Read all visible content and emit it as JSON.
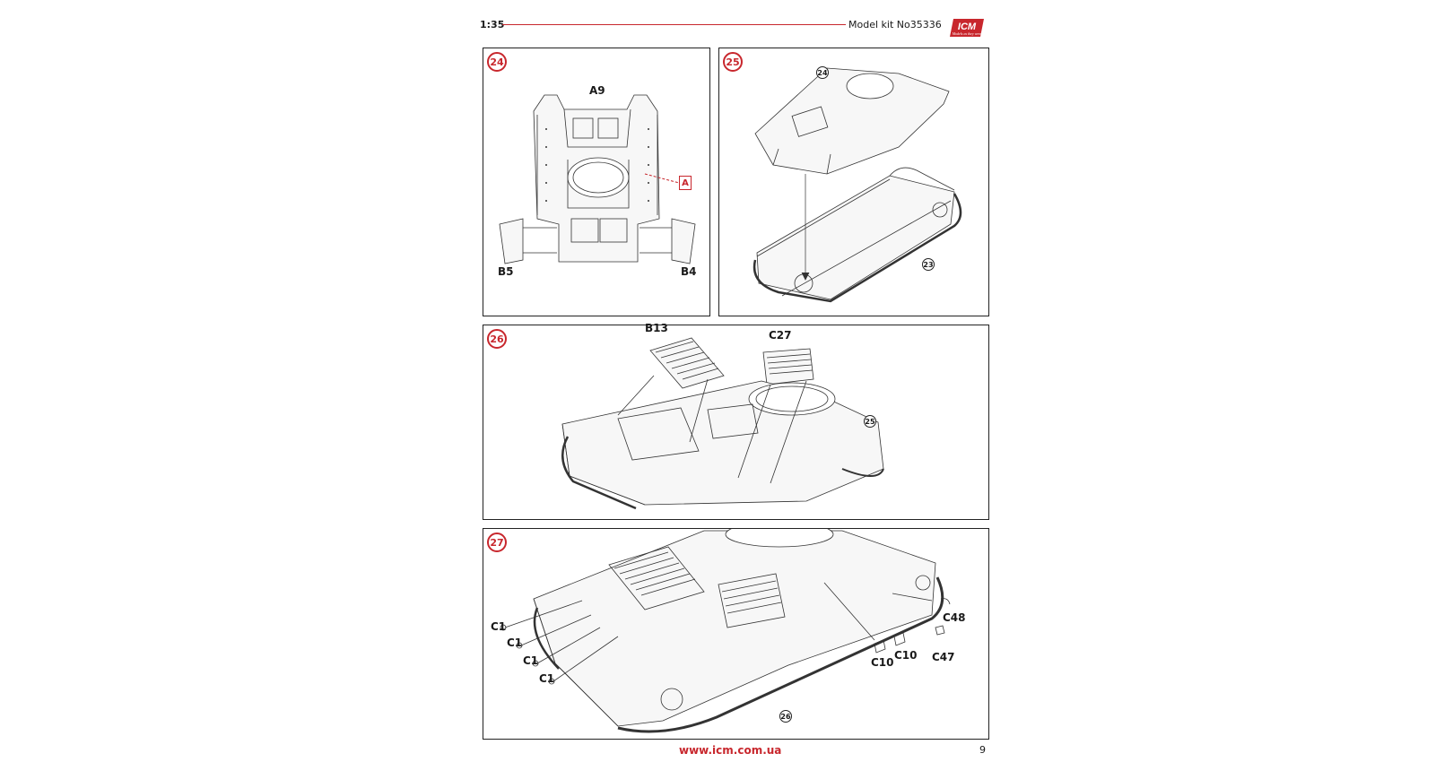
{
  "header": {
    "scale": "1:35",
    "model_kit": "Model kit No35336",
    "logo_text": "ICM",
    "logo_tagline": "Models as they were",
    "accent_color": "#c8272d"
  },
  "steps": [
    {
      "number": "24",
      "labels": {
        "top": "A9",
        "left": "B5",
        "right": "B4"
      },
      "callout": "A"
    },
    {
      "number": "25",
      "refs": [
        "24",
        "23"
      ]
    },
    {
      "number": "26",
      "labels": {
        "b13": "B13",
        "c27": "C27"
      },
      "refs": [
        "25"
      ]
    },
    {
      "number": "27",
      "labels": {
        "c1_1": "C1",
        "c1_2": "C1",
        "c1_3": "C1",
        "c1_4": "C1",
        "c10_1": "C10",
        "c10_2": "C10",
        "c47": "C47",
        "c48": "C48"
      },
      "refs": [
        "26"
      ]
    }
  ],
  "footer": {
    "url": "www.icm.com.ua",
    "page": "9"
  }
}
